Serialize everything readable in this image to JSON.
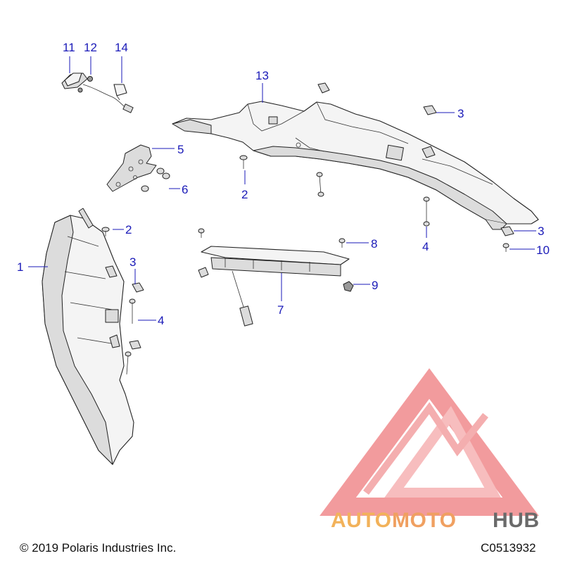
{
  "callouts": [
    {
      "id": "1",
      "label": "1"
    },
    {
      "id": "2a",
      "label": "2"
    },
    {
      "id": "2b",
      "label": "2"
    },
    {
      "id": "3a",
      "label": "3"
    },
    {
      "id": "3b",
      "label": "3"
    },
    {
      "id": "3c",
      "label": "3"
    },
    {
      "id": "4a",
      "label": "4"
    },
    {
      "id": "4b",
      "label": "4"
    },
    {
      "id": "5",
      "label": "5"
    },
    {
      "id": "6",
      "label": "6"
    },
    {
      "id": "7",
      "label": "7"
    },
    {
      "id": "8",
      "label": "8"
    },
    {
      "id": "9",
      "label": "9"
    },
    {
      "id": "10",
      "label": "10"
    },
    {
      "id": "11",
      "label": "11"
    },
    {
      "id": "12",
      "label": "12"
    },
    {
      "id": "13",
      "label": "13"
    },
    {
      "id": "14",
      "label": "14"
    }
  ],
  "footer": {
    "copyright": "© 2019 Polaris Industries Inc.",
    "diagram_code": "C0513932"
  },
  "watermark": {
    "text_part1": "AUTO",
    "text_part2": "MOTO",
    "text_part3": "HUB",
    "color_primary": "#e8474c",
    "color_secondary": "#f2a93b",
    "color_tertiary": "#4a4a4a"
  },
  "colors": {
    "callout": "#1a1ab8",
    "line_art": "#222222"
  }
}
